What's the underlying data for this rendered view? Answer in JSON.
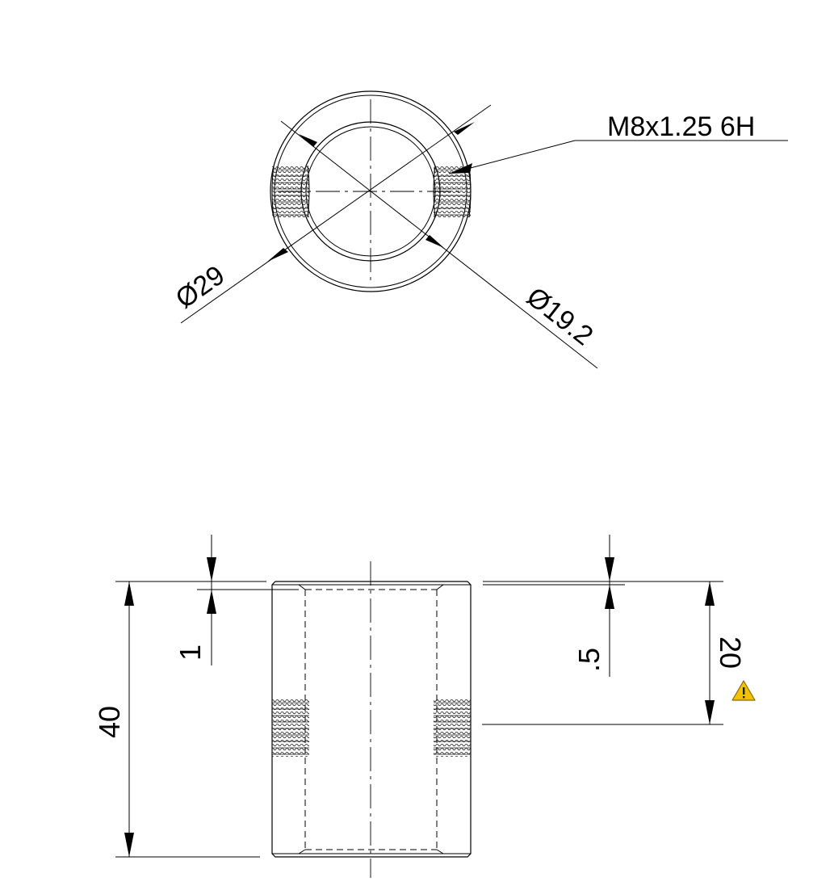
{
  "drawing": {
    "top_view": {
      "outer_diameter_label": "Ø29",
      "inner_diameter_label": "Ø19.2",
      "thread_callout": "M8x1.25 6H"
    },
    "side_view": {
      "height_label": "40",
      "chamfer_label": "1",
      "inner_chamfer_label": ".5",
      "thread_position_label": "20"
    },
    "warning_icon": "warning-icon",
    "colors": {
      "line": "#000000",
      "warning": "#f2c200"
    }
  }
}
